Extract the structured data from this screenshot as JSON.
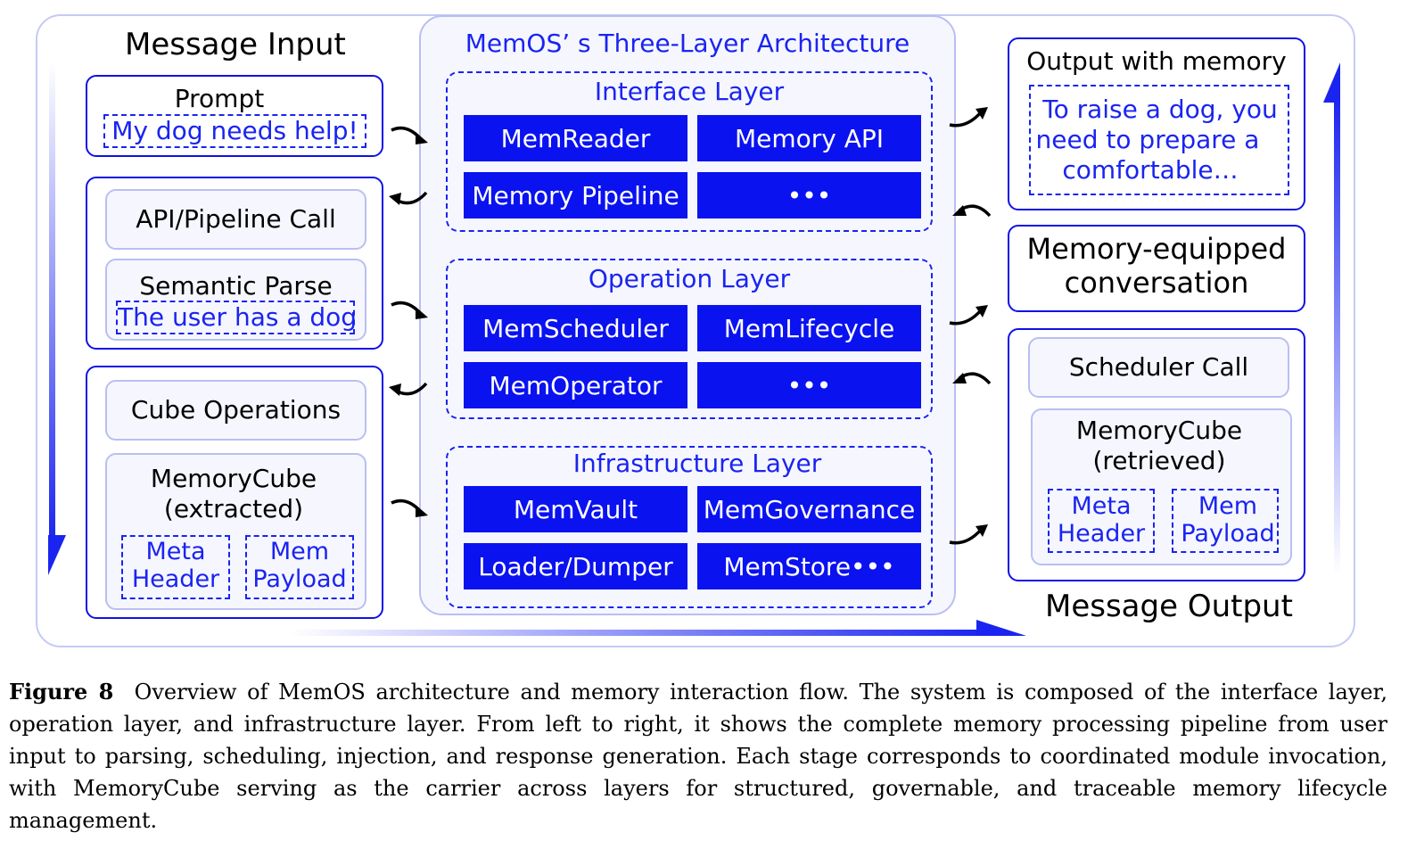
{
  "left": {
    "heading": "Message Input",
    "prompt": {
      "title": "Prompt",
      "text": "My dog needs help!"
    },
    "api_call": "API/Pipeline Call",
    "semantic": {
      "title": "Semantic Parse",
      "text": "The user has a dog"
    },
    "cube_ops": "Cube Operations",
    "cube": {
      "title1": "MemoryCube",
      "title2": "(extracted)",
      "meta1": "Meta",
      "meta2": "Header",
      "mem1": "Mem",
      "mem2": "Payload"
    }
  },
  "center": {
    "title": "MemOS’ s Three-Layer Architecture",
    "interface": {
      "title": "Interface Layer",
      "m1": "MemReader",
      "m2": "Memory API",
      "m3": "Memory Pipeline",
      "m4": "•••"
    },
    "operation": {
      "title": "Operation Layer",
      "m1": "MemScheduler",
      "m2": "MemLifecycle",
      "m3": "MemOperator",
      "m4": "•••"
    },
    "infra": {
      "title": "Infrastructure Layer",
      "m1": "MemVault",
      "m2": "MemGovernance",
      "m3": "Loader/Dumper",
      "m4": "MemStore•••"
    }
  },
  "right": {
    "output": {
      "title": "Output with memory",
      "l1": "To raise a dog, you",
      "l2": "need to prepare a",
      "l3": "comfortable…"
    },
    "conv": {
      "l1": "Memory-equipped",
      "l2": "conversation"
    },
    "scheduler": "Scheduler Call",
    "cube": {
      "title1": "MemoryCube",
      "title2": "(retrieved)",
      "meta1": "Meta",
      "meta2": "Header",
      "mem1": "Mem",
      "mem2": "Payload"
    },
    "heading": "Message Output"
  },
  "caption": {
    "label": "Figure 8",
    "text": "Overview of MemOS architecture and memory interaction flow. The system is composed of the interface layer, operation layer, and infrastructure layer. From left to right, it shows the complete memory processing pipeline from user input to parsing, scheduling, injection, and response generation. Each stage corresponds to coordinated module invocation, with MemoryCube serving as the carrier across layers for structured, governable, and traceable memory lifecycle management."
  },
  "colors": {
    "primary": "#0a12f0",
    "border": "#1010e8",
    "light_border": "#b9bff0",
    "panel_bg": "#f6f7fe"
  }
}
